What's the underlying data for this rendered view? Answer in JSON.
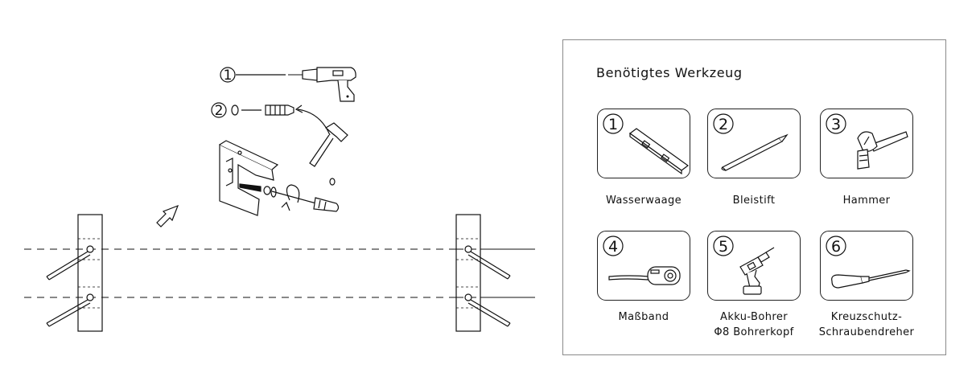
{
  "tools_panel": {
    "title": "Benötigtes Werkzeug",
    "tools": [
      {
        "number": "1",
        "label": "Wasserwaage",
        "icon": "spirit-level-icon"
      },
      {
        "number": "2",
        "label": "Bleistift",
        "icon": "pencil-icon"
      },
      {
        "number": "3",
        "label": "Hammer",
        "icon": "hammer-icon"
      },
      {
        "number": "4",
        "label": "Maßband",
        "icon": "tape-measure-icon"
      },
      {
        "number": "5",
        "label_line1": "Akku-Bohrer",
        "label_line2": "Φ8 Bohrerkopf",
        "icon": "cordless-drill-icon"
      },
      {
        "number": "6",
        "label_line1": "Kreuzschutz-",
        "label_line2": "Schraubendreher",
        "icon": "screwdriver-icon"
      }
    ]
  },
  "assembly": {
    "step_1": "1",
    "step_2": "2"
  }
}
